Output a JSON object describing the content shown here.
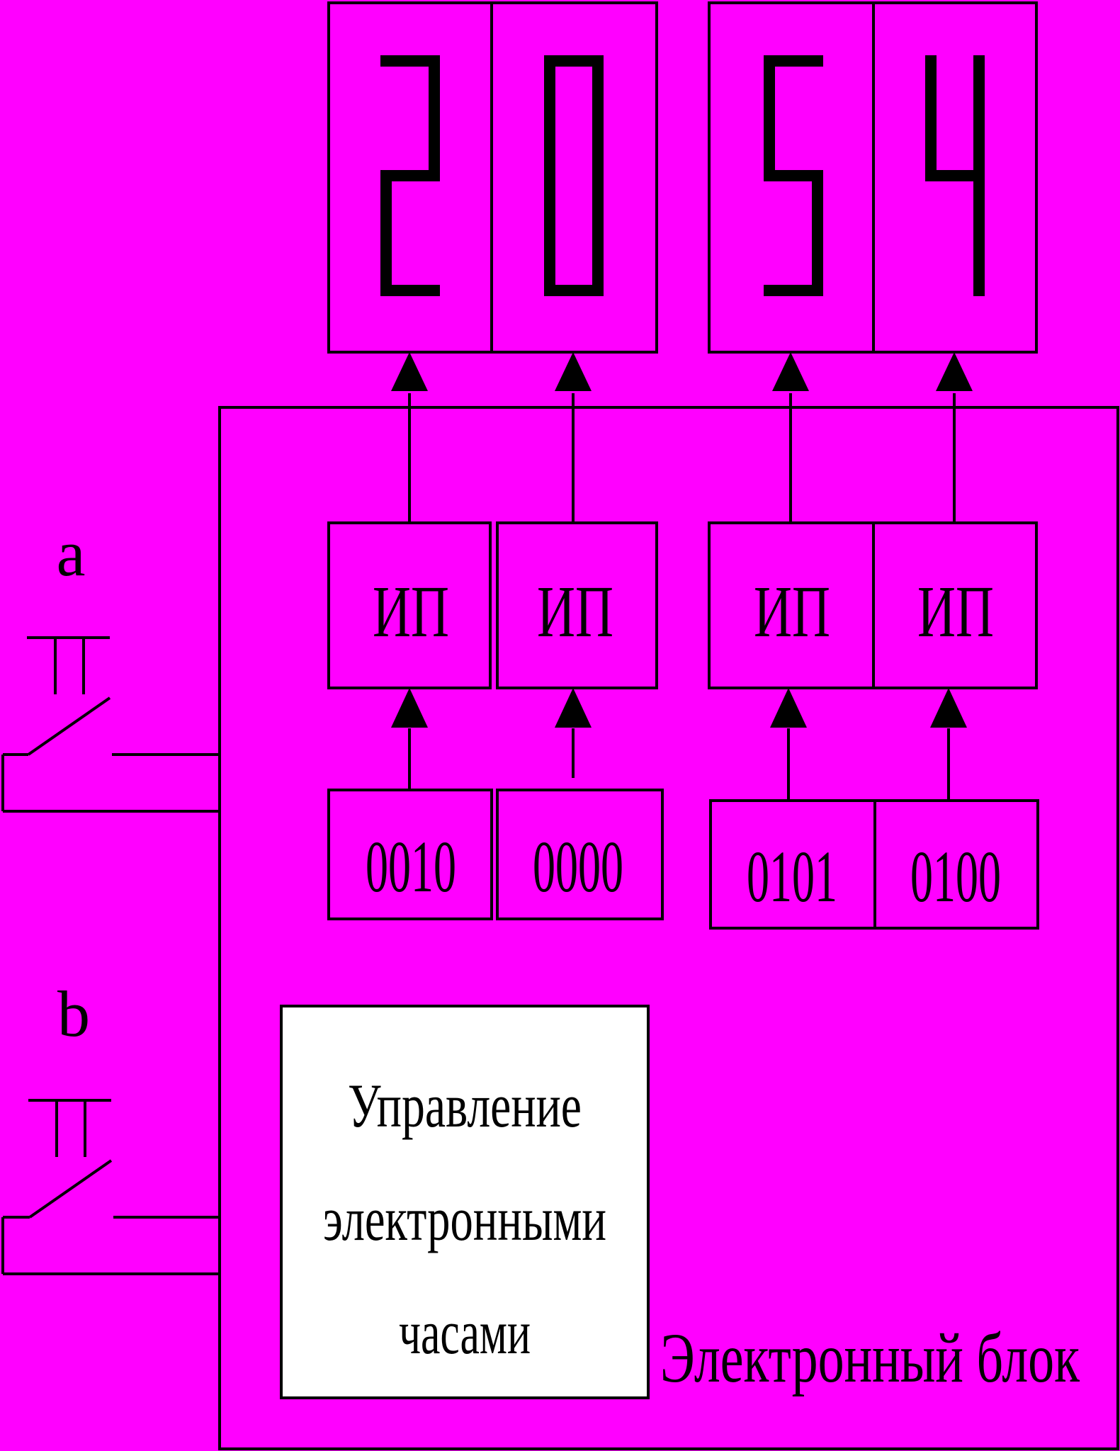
{
  "diagram": {
    "background_color": "#ff00ff",
    "stroke_color": "#000000",
    "control_box_color": "#ffffff",
    "display_digits": [
      "2",
      "0",
      "5",
      "4"
    ],
    "decoder_label": "ИП",
    "binary_codes": [
      "0010",
      "0000",
      "0101",
      "0100"
    ],
    "button_a_label": "a",
    "button_b_label": "b",
    "control_lines": [
      "Управление",
      "электронными",
      "часами"
    ],
    "block_label": "Электронный блок"
  }
}
